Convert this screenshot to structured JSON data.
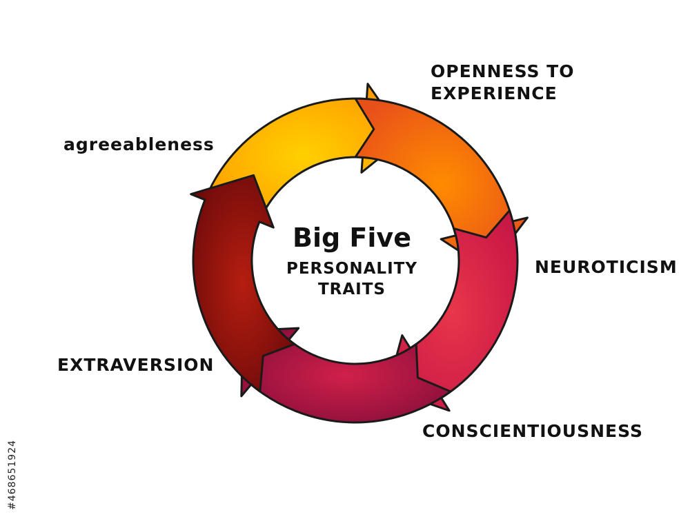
{
  "diagram": {
    "center": {
      "title": "Big Five",
      "subtitle_line1": "personality",
      "subtitle_line2": "traits"
    },
    "segments": [
      {
        "label": "openness to",
        "label_line2": "experience",
        "color_start": "#ff8c00",
        "color_end": "#e8501a"
      },
      {
        "label": "neuroticism",
        "color_start": "#e8364a",
        "color_end": "#c81845"
      },
      {
        "label": "conscientiousness",
        "color_start": "#d0204a",
        "color_end": "#8a0f3a"
      },
      {
        "label": "extraversion",
        "color_start": "#b51e10",
        "color_end": "#6e0a0a"
      },
      {
        "label": "agreeableness",
        "color_start": "#ffd000",
        "color_end": "#ff9a00"
      }
    ],
    "outline_color": "#1a1a1a"
  },
  "watermark": "#468651924"
}
